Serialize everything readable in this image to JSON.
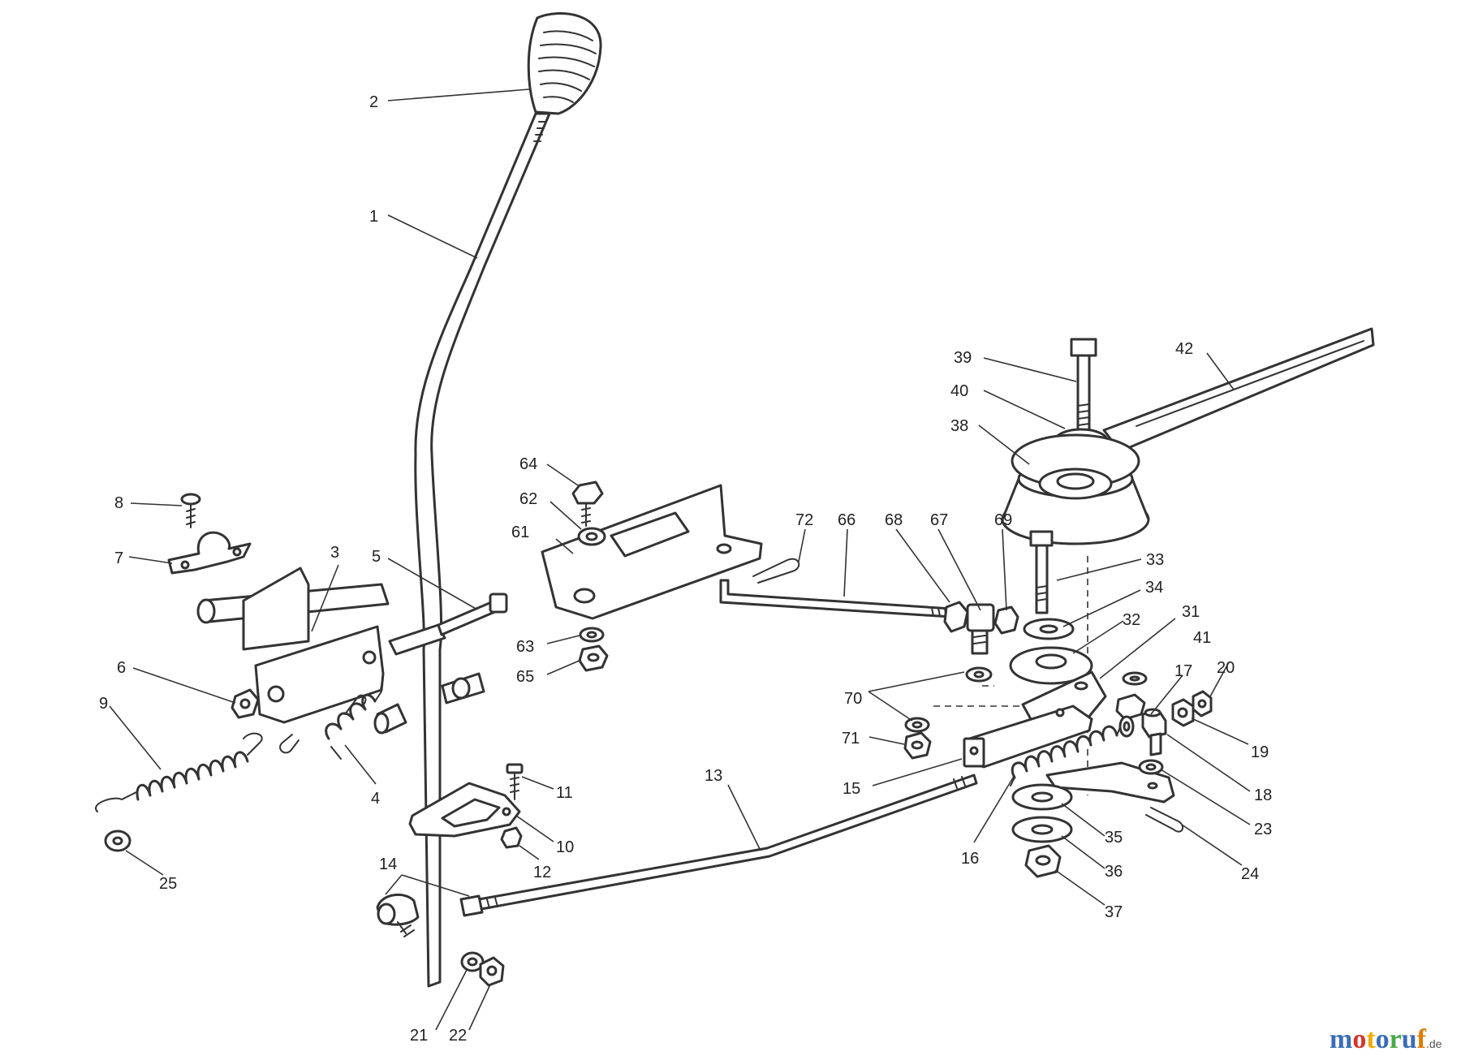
{
  "diagram": {
    "callouts": [
      {
        "id": "c1",
        "text": "1"
      },
      {
        "id": "c2",
        "text": "2"
      },
      {
        "id": "c3",
        "text": "3"
      },
      {
        "id": "c4",
        "text": "4"
      },
      {
        "id": "c5",
        "text": "5"
      },
      {
        "id": "c6",
        "text": "6"
      },
      {
        "id": "c7",
        "text": "7"
      },
      {
        "id": "c8",
        "text": "8"
      },
      {
        "id": "c9",
        "text": "9"
      },
      {
        "id": "c10",
        "text": "10"
      },
      {
        "id": "c11",
        "text": "11"
      },
      {
        "id": "c12",
        "text": "12"
      },
      {
        "id": "c13",
        "text": "13"
      },
      {
        "id": "c14",
        "text": "14"
      },
      {
        "id": "c15",
        "text": "15"
      },
      {
        "id": "c16",
        "text": "16"
      },
      {
        "id": "c17",
        "text": "17"
      },
      {
        "id": "c18",
        "text": "18"
      },
      {
        "id": "c19",
        "text": "19"
      },
      {
        "id": "c20",
        "text": "20"
      },
      {
        "id": "c21",
        "text": "21"
      },
      {
        "id": "c22",
        "text": "22"
      },
      {
        "id": "c23",
        "text": "23"
      },
      {
        "id": "c24",
        "text": "24"
      },
      {
        "id": "c25",
        "text": "25"
      },
      {
        "id": "c31",
        "text": "31"
      },
      {
        "id": "c32",
        "text": "32"
      },
      {
        "id": "c33",
        "text": "33"
      },
      {
        "id": "c34",
        "text": "34"
      },
      {
        "id": "c35",
        "text": "35"
      },
      {
        "id": "c36",
        "text": "36"
      },
      {
        "id": "c37",
        "text": "37"
      },
      {
        "id": "c38",
        "text": "38"
      },
      {
        "id": "c39",
        "text": "39"
      },
      {
        "id": "c40",
        "text": "40"
      },
      {
        "id": "c41",
        "text": "41"
      },
      {
        "id": "c42",
        "text": "42"
      },
      {
        "id": "c61",
        "text": "61"
      },
      {
        "id": "c62",
        "text": "62"
      },
      {
        "id": "c63",
        "text": "63"
      },
      {
        "id": "c64",
        "text": "64"
      },
      {
        "id": "c65",
        "text": "65"
      },
      {
        "id": "c66",
        "text": "66"
      },
      {
        "id": "c67",
        "text": "67"
      },
      {
        "id": "c68",
        "text": "68"
      },
      {
        "id": "c69",
        "text": "69"
      },
      {
        "id": "c70",
        "text": "70"
      },
      {
        "id": "c71",
        "text": "71"
      },
      {
        "id": "c72",
        "text": "72"
      }
    ]
  },
  "watermark": {
    "brand_main": "motoruf",
    "brand_suffix": ".de",
    "colors": {
      "m": "#3a6db5",
      "o1": "#d9342b",
      "t": "#f2a900",
      "o2": "#3a6db5",
      "r": "#4aa84a",
      "u": "#3a6db5",
      "f": "#e07b00",
      "suffix": "#555555"
    }
  },
  "colors": {
    "ink": "#333333",
    "background": "#ffffff"
  }
}
